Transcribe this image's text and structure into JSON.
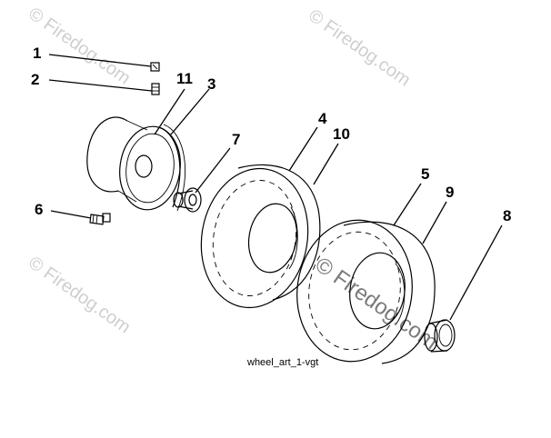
{
  "watermark": {
    "text": "© Firedog.com"
  },
  "caption": "wheel_art_1-vgt",
  "callouts": {
    "c1": "1",
    "c2": "2",
    "c3": "3",
    "c4": "4",
    "c5": "5",
    "c6": "6",
    "c7": "7",
    "c8": "8",
    "c9": "9",
    "c10": "10",
    "c11": "11"
  }
}
